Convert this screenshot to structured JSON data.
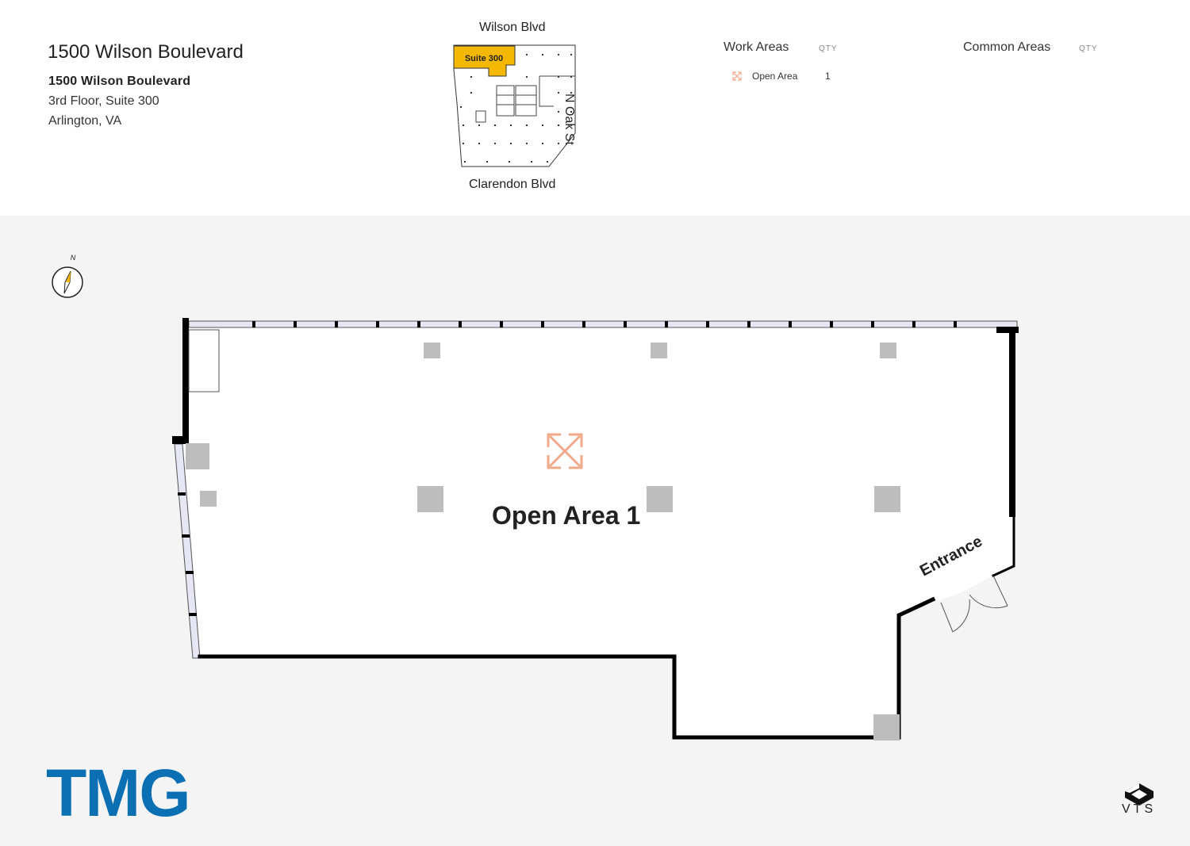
{
  "header": {
    "building_title": "1500 Wilson Boulevard",
    "address": {
      "name": "1500 Wilson Boulevard",
      "floor": "3rd Floor, Suite 300",
      "city": "Arlington, VA"
    }
  },
  "keyplan": {
    "street_north": "Wilson Blvd",
    "street_south": "Clarendon Blvd",
    "street_east": "N Oak St",
    "suite_label": "Suite 300",
    "suite_color": "#f5b800"
  },
  "legend": {
    "work_areas": {
      "title": "Work Areas",
      "qty_header": "QTY",
      "items": [
        {
          "label": "Open Area",
          "qty": "1",
          "icon": "expand-arrows-icon",
          "color": "#f2a98a"
        }
      ]
    },
    "common_areas": {
      "title": "Common Areas",
      "qty_header": "QTY"
    }
  },
  "plan": {
    "compass_label": "N",
    "room_label": "Open Area 1",
    "entrance_label": "Entrance",
    "area_icon": "expand-arrows-icon",
    "area_icon_color": "#f2a98a",
    "column_color": "#bdbdbd",
    "wall_color": "#000000",
    "window_color": "#e6e6f5"
  },
  "branding": {
    "company_logo": "TMG",
    "company_logo_color": "#0a6fb3",
    "platform_logo": "VTS"
  }
}
